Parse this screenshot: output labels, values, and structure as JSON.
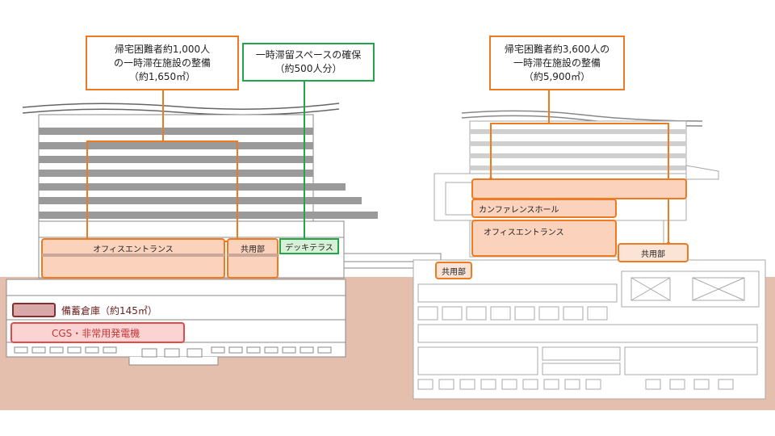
{
  "callouts": {
    "left_main": "帰宅困難者約1,000人\nの一時滞在施設の整備\n（約1,650㎡）",
    "green": "一時滞留スペースの確保\n（約500人分）",
    "right_main": "帰宅困難者約3,600人の\n一時滞在施設の整備\n（約5,900㎡）"
  },
  "left_building": {
    "office_entrance": "オフィスエントランス",
    "shared": "共用部",
    "deck_terrace": "デッキテラス",
    "storage": "備蓄倉庫（約145㎡）",
    "cgs": "CGS・非常用発電機"
  },
  "right_building": {
    "conference_hall": "カンファレンスホール",
    "office_entrance": "オフィスエントランス",
    "shared_right": "共用部",
    "shared_left": "共用部"
  },
  "colors": {
    "orange": "#ee7a22",
    "green": "#22a64a",
    "ground": "#e5bfae",
    "peach_fill": "#fbd3bc",
    "pink_fill": "#fbd3d3",
    "red_border": "#e24a4a",
    "maroon": "#8a2d2d"
  }
}
